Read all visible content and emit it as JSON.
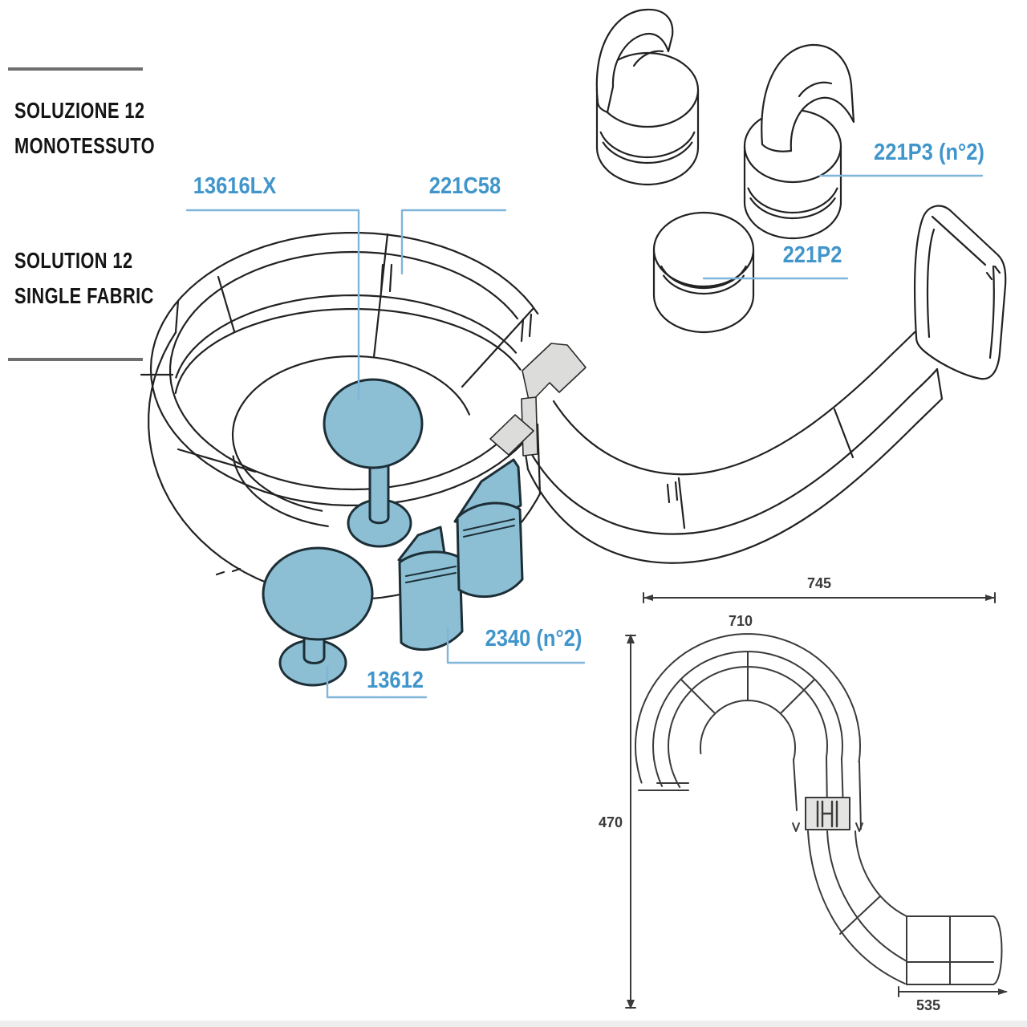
{
  "header": {
    "title_it_line1": "SOLUZIONE 12",
    "title_it_line2": "MONOTESSUTO",
    "title_en_line1": "SOLUTION 12",
    "title_en_line2": "SINGLE FABRIC"
  },
  "part_labels": {
    "module_13616lx": "13616LX",
    "module_221c58": "221C58",
    "module_221p3": "221P3 (n°2)",
    "module_221p2": "221P2",
    "module_2340": "2340 (n°2)",
    "module_13612": "13612"
  },
  "plan_dimensions": {
    "total_width": "745",
    "arch_width": "710",
    "depth": "470",
    "bottom_width": "535"
  },
  "colors": {
    "label_blue": "#4095CB",
    "leader_blue": "#7FB5D9",
    "fill_blue": "#8CBFD4",
    "connector_gray": "#DCDCDA",
    "line_dark": "#222222",
    "dimension_gray": "#3A3A3A"
  }
}
